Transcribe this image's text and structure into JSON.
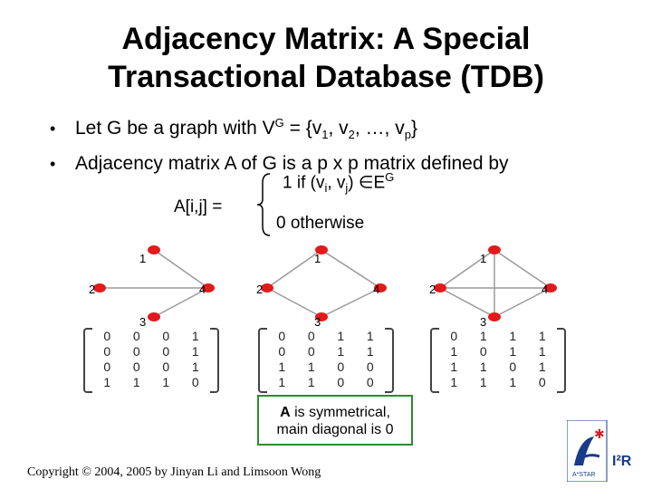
{
  "title": {
    "line1": "Adjacency Matrix: A Special",
    "line2": "Transactional Database (TDB)"
  },
  "bullets": [
    {
      "bullet": "•",
      "pre": "Let G be a graph with V",
      "sup": "G",
      "mid": " = {v",
      "s1": "1",
      "m2": ", v",
      "s2": "2",
      "m3": ", …, v",
      "s3": "p",
      "end": "}"
    },
    {
      "bullet": "•",
      "text": "Adjacency matrix A of G is a p x p matrix defined by"
    }
  ],
  "definition": {
    "lhs": "A[i,j] =",
    "case1": {
      "pre": "1 if (v",
      "s1": "i",
      "mid": ", v",
      "s2": "j",
      "post": ") ∈E",
      "sup": "G"
    },
    "case2": "0 otherwise"
  },
  "graphs": [
    {
      "labels": [
        "1",
        "2",
        "3",
        "4"
      ]
    },
    {
      "labels": [
        "1",
        "2",
        "3",
        "4"
      ]
    },
    {
      "labels": [
        "1",
        "2",
        "3",
        "4"
      ]
    }
  ],
  "matrices": [
    [
      [
        "0",
        "0",
        "0",
        "1"
      ],
      [
        "0",
        "0",
        "0",
        "1"
      ],
      [
        "0",
        "0",
        "0",
        "1"
      ],
      [
        "1",
        "1",
        "1",
        "0"
      ]
    ],
    [
      [
        "0",
        "0",
        "1",
        "1"
      ],
      [
        "0",
        "0",
        "1",
        "1"
      ],
      [
        "1",
        "1",
        "0",
        "0"
      ],
      [
        "1",
        "1",
        "0",
        "0"
      ]
    ],
    [
      [
        "0",
        "1",
        "1",
        "1"
      ],
      [
        "1",
        "0",
        "1",
        "1"
      ],
      [
        "1",
        "1",
        "0",
        "1"
      ],
      [
        "1",
        "1",
        "1",
        "0"
      ]
    ]
  ],
  "note": {
    "bold": "A",
    "rest": " is symmetrical,",
    "line2": "main diagonal is 0"
  },
  "copyright": "Copyright © 2004, 2005 by Jinyan Li and Limsoon Wong",
  "logo": {
    "text1": "I²R",
    "text2": "A*STAR",
    "accent": "#1a3a8a",
    "star": "#cc2222"
  },
  "colors": {
    "node": "#e21a1a",
    "edge": "#9a9a9a",
    "note_border": "#2e8b2e"
  }
}
